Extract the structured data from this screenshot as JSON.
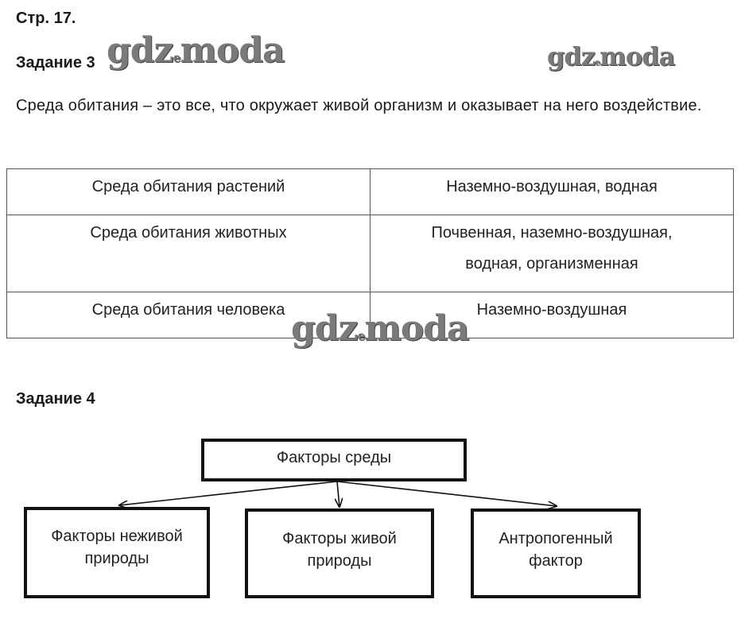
{
  "header": {
    "page_label": "Стр. 17."
  },
  "task3": {
    "title": "Задание 3",
    "definition": "Среда обитания – это все, что окружает живой организм и оказывает на него воздействие.",
    "table": [
      {
        "subject": "Среда обитания растений",
        "environments": "Наземно-воздушная, водная"
      },
      {
        "subject": "Среда обитания животных",
        "environments": "Почвенная, наземно-воздушная, водная, организменная"
      },
      {
        "subject": "Среда обитания человека",
        "environments": "Наземно-воздушная"
      }
    ]
  },
  "task4": {
    "title": "Задание 4",
    "diagram": {
      "root": "Факторы среды",
      "children": [
        "Факторы неживой природы",
        "Факторы живой природы",
        "Антропогенный фактор"
      ]
    }
  },
  "watermark": {
    "text_left": "gdz",
    "text_right": "moda"
  }
}
